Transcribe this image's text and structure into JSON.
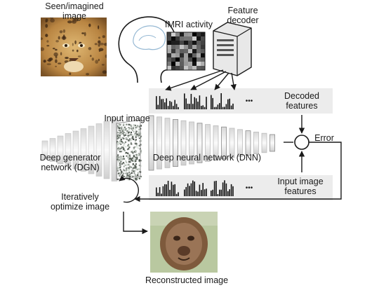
{
  "labels": {
    "seen_image_line1": "Seen/imagined",
    "seen_image_line2": "image",
    "fmri": "fMRI activity",
    "decoder_line1": "Feature",
    "decoder_line2": "decoder",
    "decoded_line1": "Decoded",
    "decoded_line2": "features",
    "error": "Error",
    "input_image": "Input image",
    "dgn_line1": "Deep generator",
    "dgn_line2": "network (DGN)",
    "dnn": "Deep neural network (DNN)",
    "input_features_line1": "Input image",
    "input_features_line2": "features",
    "optimize_line1": "Iteratively",
    "optimize_line2": "optimize image",
    "reconstructed": "Reconstructed image",
    "ellipsis": "•••"
  },
  "icons": {
    "head": "human-head-profile-icon",
    "server": "server-computer-icon"
  },
  "colors": {
    "band": "#ececec",
    "line": "#1a1a1a",
    "leopard_base": "#c99a55",
    "reconstruction_base": "#9a7456",
    "reconstruction_bg": "#b9c8a0"
  }
}
